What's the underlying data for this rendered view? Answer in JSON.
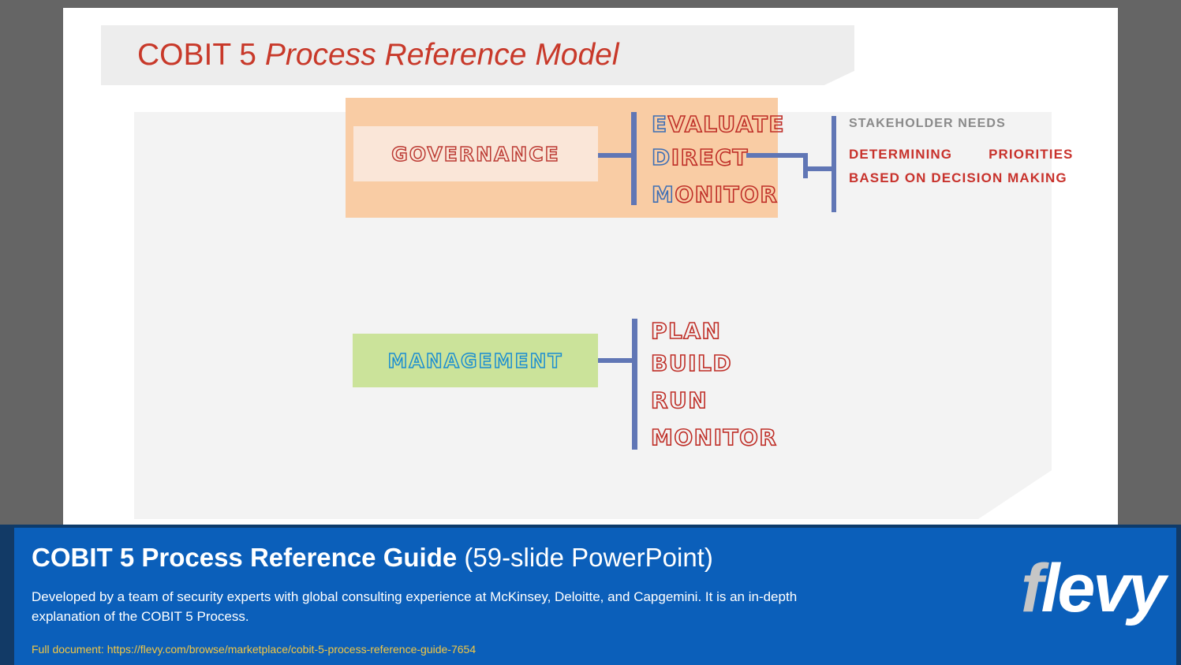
{
  "slide": {
    "title": {
      "regular": "COBIT 5 ",
      "italic": "Process Reference Model"
    },
    "governance": {
      "box_label": "GOVERNANCE",
      "items": [
        {
          "first": "E",
          "rest": "VALUATE"
        },
        {
          "first": "D",
          "rest": "IRECT"
        },
        {
          "first": "M",
          "rest": "ONITOR"
        }
      ]
    },
    "stakeholder": {
      "title": "STAKEHOLDER NEEDS",
      "line1_left": "DETERMINING",
      "line1_right": "PRIORITIES",
      "line2": "BASED ON DECISION MAKING"
    },
    "management": {
      "box_label": "MANAGEMENT",
      "items": [
        "PLAN",
        "BUILD",
        "RUN",
        "MONITOR"
      ]
    },
    "colors": {
      "title_red": "#c8392a",
      "governance_fill": "#f9cca4",
      "governance_inner_fill": "#fae6d8",
      "management_fill": "#cbe39a",
      "management_text": "#1b8ed1",
      "connector_blue": "#6076b5",
      "accent_red": "#bf2f28",
      "accent_blue": "#3f6fb5",
      "stakeholder_gray": "#8a8a8a",
      "panel_gray": "#f3f3f3",
      "title_band_gray": "#ededed",
      "page_gray": "#656565"
    }
  },
  "banner": {
    "title_bold": "COBIT 5 Process Reference Guide",
    "title_light": " (59-slide PowerPoint)",
    "description": "Developed by a team of security experts with global consulting experience at McKinsey, Deloitte, and  Capgemini. It is an in-depth explanation of the COBIT 5 Process.",
    "url_line": "Full document: https://flevy.com/browse/marketplace/cobit-5-process-reference-guide-7654",
    "logo_part1": "f",
    "logo_part2": "levy",
    "colors": {
      "banner_blue": "#0b5fba",
      "banner_edge": "#123a66",
      "url_yellow": "#f2c744",
      "logo_gray": "#c6c6c6"
    }
  }
}
